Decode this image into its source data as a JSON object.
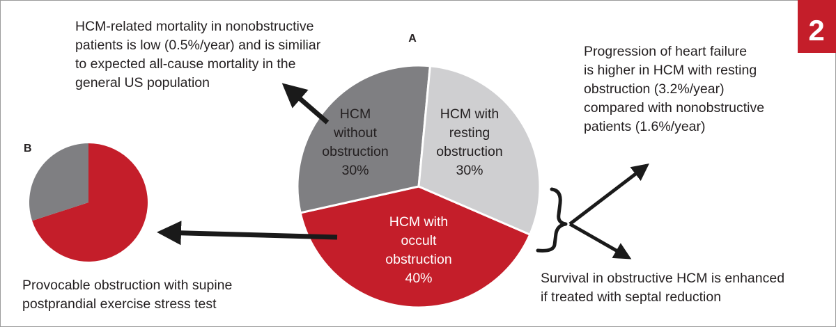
{
  "figure_number": "2",
  "panel_a": {
    "letter": "A",
    "slices": [
      {
        "name": "without",
        "lines": [
          "HCM",
          "without",
          "obstruction"
        ],
        "percent": "30%",
        "value": 30,
        "color": "#7f7f82",
        "text_color": "#231f20"
      },
      {
        "name": "resting",
        "lines": [
          "HCM with",
          "resting",
          "obstruction"
        ],
        "percent": "30%",
        "value": 30,
        "color": "#cfcfd1",
        "text_color": "#231f20"
      },
      {
        "name": "occult",
        "lines": [
          "HCM with",
          "occult",
          "obstruction"
        ],
        "percent": "40%",
        "value": 40,
        "color": "#c41e2a",
        "text_color": "#ffffff"
      }
    ]
  },
  "panel_b": {
    "letter": "B",
    "provocable_value": 70,
    "other_value": 30,
    "provocable_color": "#c41e2a",
    "other_color": "#7f7f82"
  },
  "notes": {
    "mortality": [
      "HCM-related mortality in nonobstructive",
      "patients is low (0.5%/year) and is similiar",
      "to expected all-cause mortality in the",
      "general US population"
    ],
    "progression": [
      "Progression of heart failure",
      "is higher in HCM with resting",
      "obstruction (3.2%/year)",
      "compared with nonobstructive",
      "patients (1.6%/year)"
    ],
    "survival": [
      "Survival in obstructive HCM is enhanced",
      "if treated with septal reduction"
    ],
    "provocable": [
      "Provocable obstruction with supine",
      "postprandial exercise stress test"
    ]
  },
  "colors": {
    "accent_red": "#c41e2a",
    "text": "#231f20",
    "arrow": "#1a1a1a",
    "border": "#9a9a9a"
  }
}
